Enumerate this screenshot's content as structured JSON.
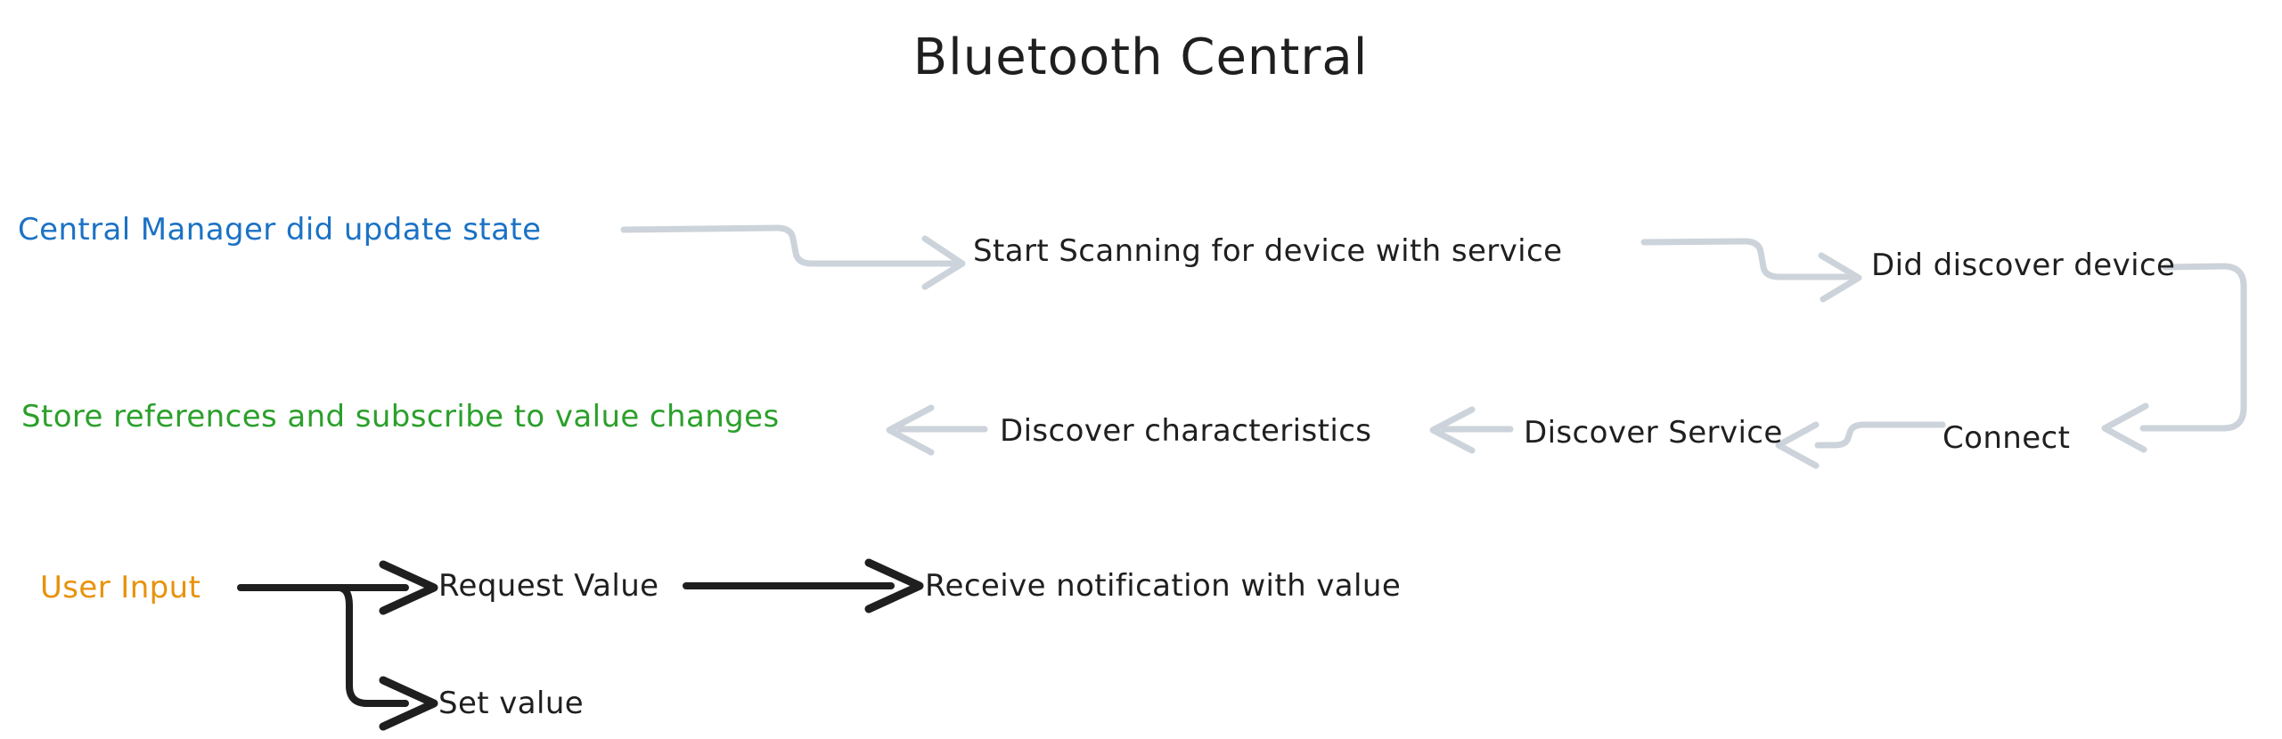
{
  "title": "Bluetooth Central",
  "colors": {
    "background": "#ffffff",
    "text_default": "#1f1f20",
    "blue": "#1b72c4",
    "green": "#2ba02b",
    "orange": "#e8920c",
    "edge_gray": "#ccd3da",
    "edge_dark": "#1f1f20"
  },
  "chart_data": {
    "type": "diagram",
    "title": "Bluetooth Central",
    "layout": "flowchart left-to-right with wrapped rows",
    "nodes": [
      {
        "id": "central_manager_did_update_state",
        "label": "Central Manager did update state",
        "color": "blue",
        "row": 1
      },
      {
        "id": "start_scanning",
        "label": "Start Scanning for device with service",
        "color": "dark",
        "row": 1
      },
      {
        "id": "did_discover_device",
        "label": "Did discover device",
        "color": "dark",
        "row": 1
      },
      {
        "id": "connect",
        "label": "Connect",
        "color": "dark",
        "row": 2
      },
      {
        "id": "discover_service",
        "label": "Discover Service",
        "color": "dark",
        "row": 2
      },
      {
        "id": "discover_characteristics",
        "label": "Discover characteristics",
        "color": "dark",
        "row": 2
      },
      {
        "id": "store_references",
        "label": "Store references and subscribe to value changes",
        "color": "green",
        "row": 2
      },
      {
        "id": "user_input",
        "label": "User Input",
        "color": "orange",
        "row": 3
      },
      {
        "id": "request_value",
        "label": "Request Value",
        "color": "dark",
        "row": 3
      },
      {
        "id": "receive_notification",
        "label": "Receive notification with value",
        "color": "dark",
        "row": 3
      },
      {
        "id": "set_value",
        "label": "Set value",
        "color": "dark",
        "row": 4
      }
    ],
    "edges": [
      {
        "from": "central_manager_did_update_state",
        "to": "start_scanning",
        "style": "gray"
      },
      {
        "from": "start_scanning",
        "to": "did_discover_device",
        "style": "gray"
      },
      {
        "from": "did_discover_device",
        "to": "connect",
        "style": "gray"
      },
      {
        "from": "connect",
        "to": "discover_service",
        "style": "gray"
      },
      {
        "from": "discover_service",
        "to": "discover_characteristics",
        "style": "gray"
      },
      {
        "from": "discover_characteristics",
        "to": "store_references",
        "style": "gray"
      },
      {
        "from": "user_input",
        "to": "request_value",
        "style": "dark"
      },
      {
        "from": "user_input",
        "to": "set_value",
        "style": "dark"
      },
      {
        "from": "request_value",
        "to": "receive_notification",
        "style": "dark"
      }
    ]
  },
  "nodes": {
    "central_manager_did_update_state": "Central Manager did update state",
    "start_scanning": "Start Scanning for device with service",
    "did_discover_device": "Did discover device",
    "connect": "Connect",
    "discover_service": "Discover Service",
    "discover_characteristics": "Discover characteristics",
    "store_references": "Store references and subscribe to value changes",
    "user_input": "User Input",
    "request_value": "Request Value",
    "receive_notification": "Receive notification with value",
    "set_value": "Set value"
  }
}
